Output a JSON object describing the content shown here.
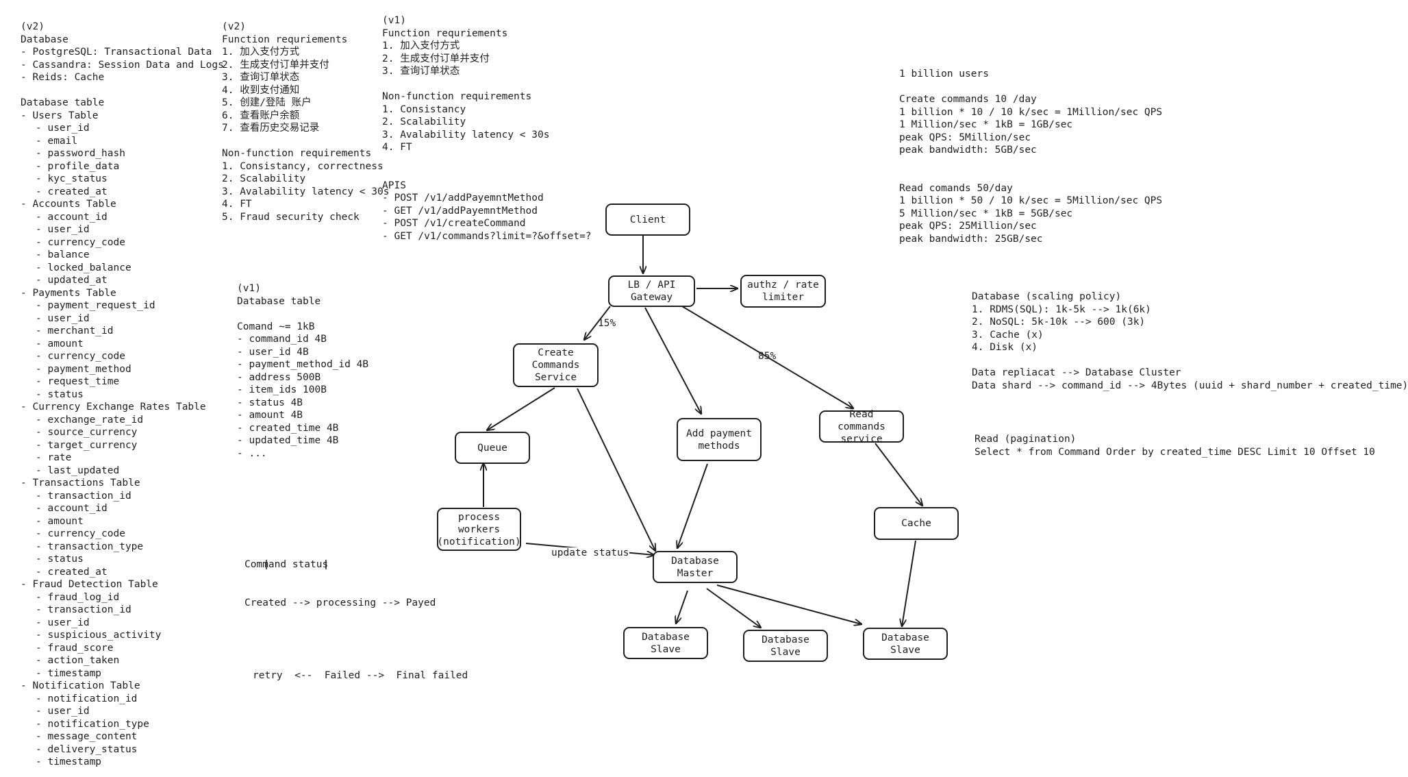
{
  "notes": {
    "db_v2": [
      {
        "t": "(v2)",
        "i": 0
      },
      {
        "t": "Database",
        "i": 0
      },
      {
        "t": "- PostgreSQL: Transactional Data",
        "i": 0
      },
      {
        "t": "- Cassandra: Session Data and Logs",
        "i": 0
      },
      {
        "t": "- Reids: Cache",
        "i": 0
      },
      {
        "t": "",
        "i": 0
      },
      {
        "t": "Database table",
        "i": 0
      },
      {
        "t": "- Users Table",
        "i": 0
      },
      {
        "t": "- user_id",
        "i": 1
      },
      {
        "t": "- email",
        "i": 1
      },
      {
        "t": "- password_hash",
        "i": 1
      },
      {
        "t": "- profile_data",
        "i": 1
      },
      {
        "t": "- kyc_status",
        "i": 1
      },
      {
        "t": "- created_at",
        "i": 1
      },
      {
        "t": "- Accounts Table",
        "i": 0
      },
      {
        "t": "- account_id",
        "i": 1
      },
      {
        "t": "- user_id",
        "i": 1
      },
      {
        "t": "- currency_code",
        "i": 1
      },
      {
        "t": "- balance",
        "i": 1
      },
      {
        "t": "- locked_balance",
        "i": 1
      },
      {
        "t": "- updated_at",
        "i": 1
      },
      {
        "t": "- Payments Table",
        "i": 0
      },
      {
        "t": "- payment_request_id",
        "i": 1
      },
      {
        "t": "- user_id",
        "i": 1
      },
      {
        "t": "- merchant_id",
        "i": 1
      },
      {
        "t": "- amount",
        "i": 1
      },
      {
        "t": "- currency_code",
        "i": 1
      },
      {
        "t": "- payment_method",
        "i": 1
      },
      {
        "t": "- request_time",
        "i": 1
      },
      {
        "t": "- status",
        "i": 1
      },
      {
        "t": "- Currency Exchange Rates Table",
        "i": 0
      },
      {
        "t": "- exchange_rate_id",
        "i": 1
      },
      {
        "t": "- source_currency",
        "i": 1
      },
      {
        "t": "- target_currency",
        "i": 1
      },
      {
        "t": "- rate",
        "i": 1
      },
      {
        "t": "- last_updated",
        "i": 1
      },
      {
        "t": "- Transactions Table",
        "i": 0
      },
      {
        "t": "- transaction_id",
        "i": 1
      },
      {
        "t": "- account_id",
        "i": 1
      },
      {
        "t": "- amount",
        "i": 1
      },
      {
        "t": "- currency_code",
        "i": 1
      },
      {
        "t": "- transaction_type",
        "i": 1
      },
      {
        "t": "- status",
        "i": 1
      },
      {
        "t": "- created_at",
        "i": 1
      },
      {
        "t": "- Fraud Detection Table",
        "i": 0
      },
      {
        "t": "- fraud_log_id",
        "i": 1
      },
      {
        "t": "- transaction_id",
        "i": 1
      },
      {
        "t": "- user_id",
        "i": 1
      },
      {
        "t": "- suspicious_activity",
        "i": 1
      },
      {
        "t": "- fraud_score",
        "i": 1
      },
      {
        "t": "- action_taken",
        "i": 1
      },
      {
        "t": "- timestamp",
        "i": 1
      },
      {
        "t": "- Notification Table",
        "i": 0
      },
      {
        "t": "- notification_id",
        "i": 1
      },
      {
        "t": "- user_id",
        "i": 1
      },
      {
        "t": "- notification_type",
        "i": 1
      },
      {
        "t": "- message_content",
        "i": 1
      },
      {
        "t": "- delivery_status",
        "i": 1
      },
      {
        "t": "- timestamp",
        "i": 1
      }
    ],
    "req_v2": [
      "(v2)",
      "Function requriements",
      "1. 加入支付方式",
      "2. 生成支付订单并支付",
      "3. 查询订单状态",
      "4. 收到支付通知",
      "5. 创建/登陆 账户",
      "6. 查看账户余额",
      "7. 查看历史交易记录",
      "",
      "Non-function requirements",
      "1. Consistancy, correctness",
      "2. Scalability",
      "3. Avalability latency < 30s",
      "4. FT",
      "5. Fraud security check"
    ],
    "req_v1": [
      "(v1)",
      "Function requriements",
      "1. 加入支付方式",
      "2. 生成支付订单并支付",
      "3. 查询订单状态",
      "",
      "Non-function requirements",
      "1. Consistancy",
      "2. Scalability",
      "3. Avalability latency < 30s",
      "4. FT",
      "",
      "",
      "APIS",
      "- POST /v1/addPayemntMethod",
      "- GET /v1/addPayemntMethod",
      "- POST /v1/createCommand",
      "- GET /v1/commands?limit=?&offset=?"
    ],
    "db_v1": [
      "(v1)",
      "Database table",
      "",
      "Comand ~= 1kB",
      "- command_id 4B",
      "- user_id 4B",
      "- payment_method_id 4B",
      "- address 500B",
      "- item_ids 100B",
      "- status 4B",
      "- amount 4B",
      "- created_time 4B",
      "- updated_time 4B",
      "- ..."
    ],
    "command_status": {
      "title": "Command status",
      "flow": "Created --> processing --> Payed",
      "retry": "retry  <--  Failed -->  Final failed"
    },
    "estimates": [
      "1 billion users",
      "",
      "Create commands 10 /day",
      "1 billion * 10 / 10 k/sec = 1Million/sec QPS",
      "1 Million/sec * 1kB = 1GB/sec",
      "peak QPS: 5Million/sec",
      "peak bandwidth: 5GB/sec",
      "",
      "",
      "Read comands 50/day",
      "1 billion * 50 / 10 k/sec = 5Million/sec QPS",
      "5 Million/sec * 1kB = 5GB/sec",
      "peak QPS: 25Million/sec",
      "peak bandwidth: 25GB/sec"
    ],
    "scaling": [
      "Database (scaling policy)",
      "1. RDMS(SQL): 1k-5k --> 1k(6k)",
      "2. NoSQL: 5k-10k --> 600 (3k)",
      "3. Cache (x)",
      "4. Disk (x)",
      "",
      "Data repliacat --> Database Cluster",
      "Data shard --> command_id --> 4Bytes (uuid + shard_number + created_time)"
    ],
    "pagination": [
      "Read (pagination)",
      "Select * from Command Order by created_time DESC Limit 10 Offset 10"
    ]
  },
  "diagram": {
    "nodes": {
      "client": "Client",
      "gateway": "LB / API\nGateway",
      "authz": "authz / rate\nlimiter",
      "create_service": "Create\nCommands\nService",
      "queue": "Queue",
      "add_payment": "Add payment\nmethods",
      "read_service": "Read commands\nservice",
      "workers": "process workers\n(notification)",
      "cache": "Cache",
      "db_master": "Database\nMaster",
      "db_slave_1": "Database Slave",
      "db_slave_2": "Database Slave",
      "db_slave_3": "Database Slave"
    },
    "edge_labels": {
      "create_pct": "15%",
      "read_pct": "85%",
      "update_status": "update status"
    }
  }
}
